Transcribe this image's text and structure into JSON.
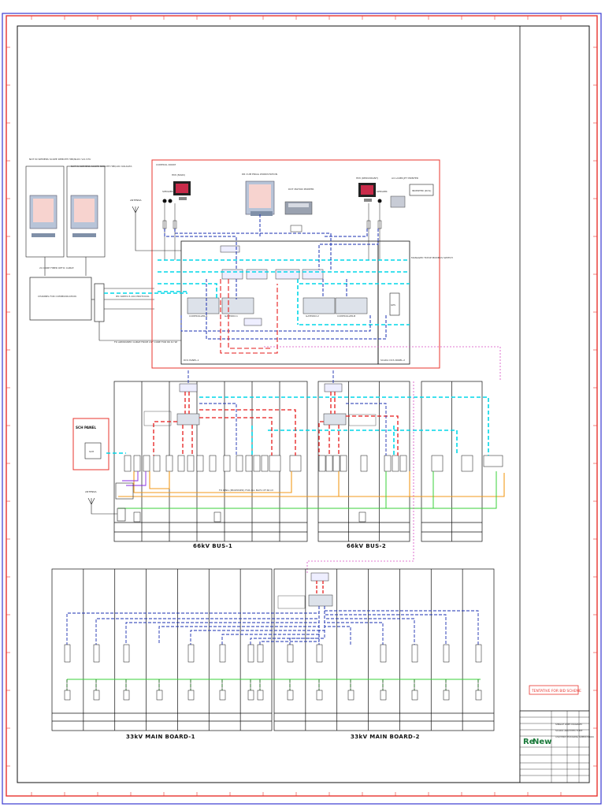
{
  "control_room": {
    "title": "CONTROL ROOM",
    "hmi_main": "HMI (MAIN)",
    "hmi_redundant": "HMI (REDUNDANT)",
    "engineering_ws": "DR CUM ENGG WORKSTATION",
    "dot_matrix": "DOT MATRIX PRINTER",
    "laser_printer": "A4 LASER JET PRINTER",
    "inverter": "INVERTER (DCS)",
    "speaker": "SPEAKER",
    "antenna": "ANTENNA",
    "managed_switch": "MANAGED TCP/IP MODBUS SWITCH",
    "gateway_1": "GATEWAY-1",
    "gateway_2": "GATEWAY-2",
    "controller_a": "CONTROLLER-A",
    "controller_b": "CONTROLLER-B",
    "gps": "GPS",
    "dcs_panel_1": "DCS PANEL-1",
    "dcs_panel_2": "SCADA DCS PANEL-2"
  },
  "remote": {
    "pc1": "NOT IN SIEMENS SCOPE REMOTE HMI/NLDC VIA STU",
    "pc2": "NOT IN SIEMENS SCOPE REMOTE HMI/LDC KOLKATA",
    "fiber": "24 CORE FIBER OPTIC CABLE",
    "channel": "CHANNEL FOR COMMUNICATION",
    "iec": "IEC 60870-5-104 PROTOCOL",
    "fo_cable": "FO ARMOURED CABLE FROM 24F CORE FOR 66 kV SP"
  },
  "sch_panel": {
    "title": "SCH PANEL",
    "box": "SCH"
  },
  "boards": {
    "kv66_1": "66kV BUS-1",
    "kv66_2": "66kV BUS-2",
    "main_1": "33kV MAIN BOARD-1",
    "main_2": "33kV MAIN BOARD-2",
    "antenna": "ANTENNA",
    "ring_note_1": "FO RING (PROPOSED) FOR ALL BAYS OF 66 kV",
    "ring_note_2": "FO RING (PROPOSED) FOR 33kV BAYS"
  },
  "stamp": "TENTATIVE FOR BID SCHEME",
  "title_block": {
    "logo_re": "Re",
    "logo_new": "New",
    "row1": "SINGLE LINE DIAGRAM",
    "row2": "SCADA ARCHITECTURE",
    "row3": "132/33kV POOLING SUBSTATION"
  },
  "colors": {
    "border_red": "#e8342e",
    "frame_blue": "#3a3ad0",
    "cyan_link": "#00d7e8",
    "dark_blue_dashed": "#1a2fb0",
    "red_link": "#e61b1b",
    "orange_link": "#f39a1b",
    "green_link": "#38d23a",
    "pink_dotted": "#d84cc4"
  }
}
